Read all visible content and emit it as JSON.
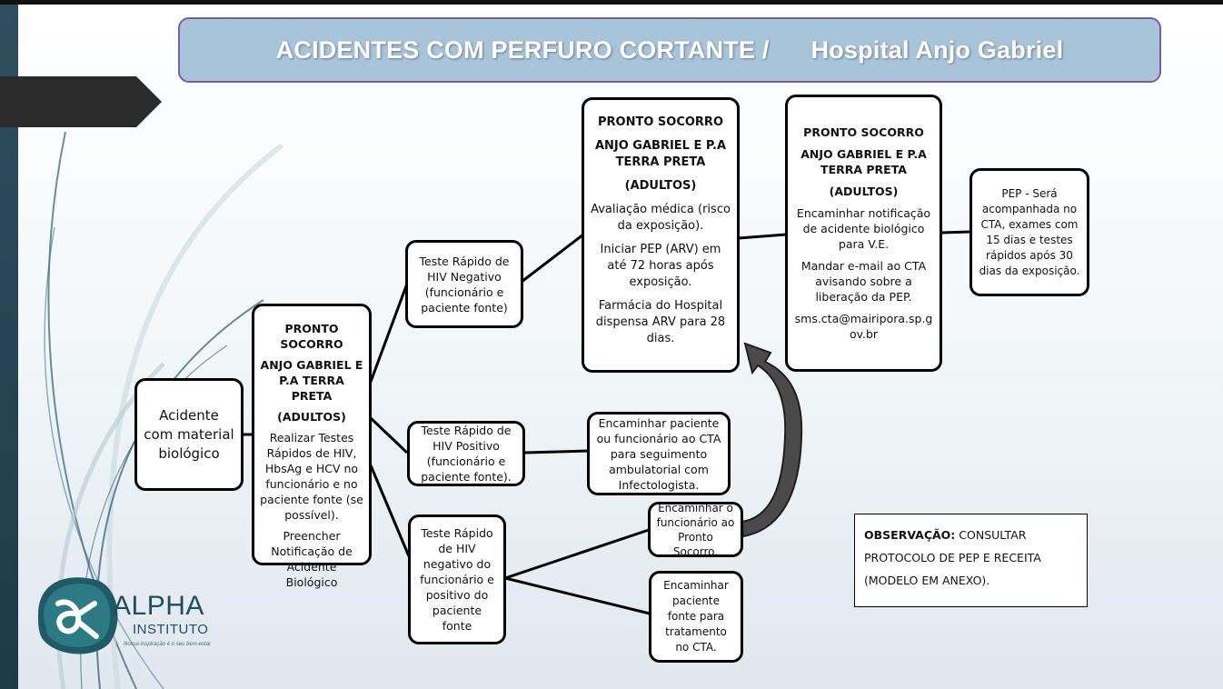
{
  "title": {
    "left": "ACIDENTES COM PERFURO CORTANTE /",
    "right": "Hospital Anjo Gabriel"
  },
  "nodes": {
    "acidente": {
      "text": "Acidente com material biológico"
    },
    "ps_main": {
      "line1": "PRONTO SOCORRO",
      "line2": "ANJO GABRIEL E P.A TERRA PRETA",
      "line3": "(ADULTOS)",
      "line4": "Realizar Testes Rápidos de HIV, HbsAg e HCV no funcionário e no paciente fonte (se possível).",
      "line5": "Preencher Notificação de Acidente Biológico"
    },
    "teste_neg": {
      "text": "Teste Rápido de HIV Negativo (funcionário e paciente fonte)"
    },
    "teste_pos": {
      "text": "Teste Rápido de HIV Positivo (funcionário e paciente fonte)."
    },
    "teste_misto": {
      "text": "Teste Rápido de HIV negativo do funcionário e positivo do paciente fonte"
    },
    "ps_pep": {
      "line1": "PRONTO SOCORRO",
      "line2": "ANJO GABRIEL E P.A TERRA PRETA",
      "line3": "(ADULTOS)",
      "line4": "Avaliação médica (risco da exposição).",
      "line5": "Iniciar PEP (ARV) em até 72 horas após exposição.",
      "line6": "Farmácia do Hospital dispensa ARV para 28 dias."
    },
    "ps_notif": {
      "line1": "PRONTO SOCORRO",
      "line2": "ANJO GABRIEL E P.A TERRA PRETA",
      "line3": "(ADULTOS)",
      "line4": "Encaminhar notificação de acidente biológico para V.E.",
      "line5": "Mandar e-mail ao CTA avisando sobre a liberação da PEP.",
      "line6": "sms.cta@mairipora.sp.gov.br"
    },
    "pep": {
      "text": "PEP - Será acompanhada no CTA, exames com 15 dias e testes rápidos após 30 dias da exposição."
    },
    "encam_cta": {
      "text": "Encaminhar paciente ou funcionário ao CTA  para seguimento ambulatorial com Infectologista."
    },
    "encam_func": {
      "text": "Encaminhar o funcionário ao Pronto Socorro."
    },
    "encam_fonte": {
      "text": "Encaminhar paciente fonte para tratamento no CTA."
    }
  },
  "observacao": {
    "label": "OBSERVAÇÃO:",
    "text1": "CONSULTAR",
    "text2": "PROTOCOLO DE PEP E RECEITA",
    "text3": "(MODELO EM ANEXO)."
  },
  "logo": {
    "name": "ALPHA",
    "sub": "INSTITUTO",
    "tagline": "Nossa inspiração é o seu bem-estar"
  },
  "colors": {
    "banner": "#a8c4d8",
    "banner_border": "#7a5ea3",
    "sidebar": "#2f4f5e",
    "arrow": "#4a4a4a"
  }
}
